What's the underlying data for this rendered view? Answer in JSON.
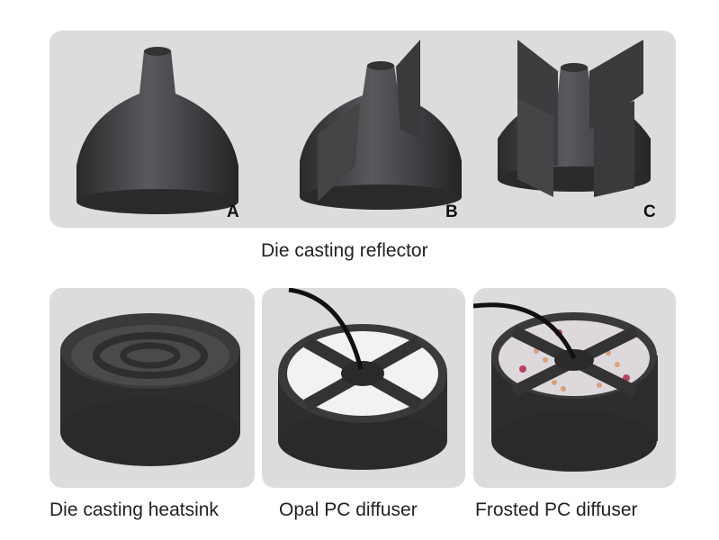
{
  "reflector": {
    "title": "Die casting reflector",
    "variants": [
      {
        "label": "A"
      },
      {
        "label": "B"
      },
      {
        "label": "C"
      }
    ]
  },
  "components": [
    {
      "caption": "Die casting heatsink"
    },
    {
      "caption": "Opal PC diffuser"
    },
    {
      "caption": "Frosted PC diffuser"
    }
  ]
}
